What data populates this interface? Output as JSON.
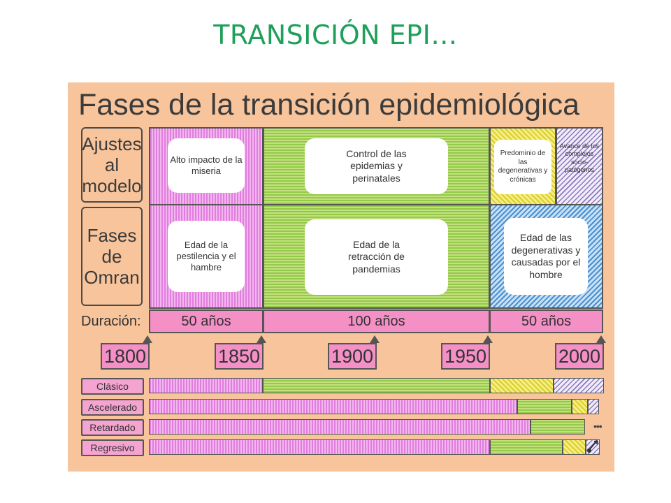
{
  "slide_title": "TRANSICIÓN EPI…",
  "panel": {
    "title": "Fases de la transición epidemiológica",
    "row_labels": {
      "ajustes": "Ajustes al modelo",
      "fases": "Fases de Omran"
    },
    "ajustes": {
      "alto_impacto": "Alto impacto de la miseria",
      "control": "Control de las epidemias y perinatales",
      "predominio": "Predominio de las degenerativas y crónicas",
      "avance": "Avance de los complejos socio-patógenos"
    },
    "omran": {
      "pestilencia": "Edad de la pestilencia y el hambre",
      "retraccion": "Edad de la retracción de pandemias",
      "degenerativas": "Edad de las degenerativas y causadas por el hombre"
    },
    "duracion": {
      "label": "Duración:",
      "d1": "50 años",
      "d2": "100 años",
      "d3": "50 años"
    },
    "years": [
      "1800",
      "1850",
      "1900",
      "1950",
      "2000"
    ],
    "models": {
      "clasico": "Clásico",
      "acelerado": "Ascelerado",
      "retardado": "Retardado",
      "regresivo": "Regresivo"
    },
    "model_bars": {
      "clasico": {
        "pink": 0.25,
        "green": 0.5,
        "yellow": 0.14,
        "purple": 0.11
      },
      "acelerado": {
        "pink": 0.81,
        "green": 0.12,
        "yellow": 0.035,
        "purple": 0.025
      },
      "retardado": {
        "pink": 0.84,
        "green": 0.12
      },
      "regresivo": {
        "pink": 0.75,
        "green": 0.16,
        "yellow": 0.05,
        "purple": 0.03
      }
    },
    "colors": {
      "background": "#f8c49b",
      "pink": "#e27de0",
      "green": "#94c94a",
      "yellow": "#d9cf2a",
      "purple": "#8a78c0",
      "blue": "#4a8fd0",
      "year_box": "#f490c6",
      "title_green": "#1fa05a"
    }
  }
}
